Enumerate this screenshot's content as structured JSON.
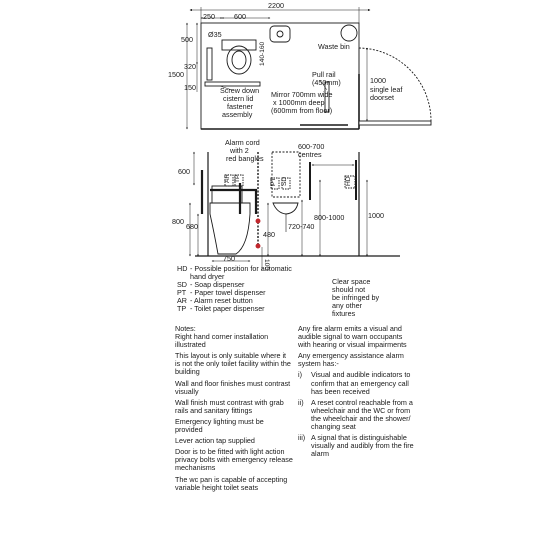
{
  "plan": {
    "dim_total_width": "2200",
    "dim_250": "250",
    "dim_600": "600",
    "dim_500": "500",
    "dim_1500": "1500",
    "dim_320": "320",
    "dim_150": "150",
    "dim_140_160": "140-160",
    "diameter_35": "Ø35",
    "waste_bin": "Waste bin",
    "pull_rail": [
      "Pull rail",
      "(450mm)"
    ],
    "door_width": "1000",
    "door_label": [
      "single leaf",
      "doorset"
    ],
    "screw_down": [
      "Screw down",
      "cistern lid",
      "fastener",
      "assembly"
    ],
    "mirror": [
      "Mirror 700mm wide",
      "x 1000mm deep",
      "(600mm from floor)"
    ]
  },
  "elevation": {
    "alarm_cord": [
      "Alarm cord",
      "with 2",
      "red bangles"
    ],
    "centres": [
      "600-700",
      "centres"
    ],
    "dim_600": "600",
    "dim_800": "800",
    "dim_680": "680",
    "dim_480": "480",
    "dim_720_740": "720-740",
    "dim_800_1000": "800-1000",
    "dim_1000": "1000",
    "dim_750": "750",
    "dim_100": "100",
    "label_ar": "AR",
    "label_tp": "TP",
    "label_pt": "PT",
    "label_sd": "SD",
    "label_hd": "HD"
  },
  "legend": [
    {
      "key": "HD",
      "value": "- Possible position for automatic hand dryer"
    },
    {
      "key": "SD",
      "value": "- Soap dispenser"
    },
    {
      "key": "PT",
      "value": "- Paper towel dispenser"
    },
    {
      "key": "AR",
      "value": "- Alarm reset button"
    },
    {
      "key": "TP",
      "value": "- Toilet paper dispenser"
    }
  ],
  "clear_space": [
    "Clear space",
    "should not",
    "be infringed by",
    "any other",
    "fixtures"
  ],
  "notes": [
    "Notes:",
    "Right hand corner installation illustrated",
    "This layout is only suitable where it is not the only toilet facility within the building",
    "Wall and floor finishes must contrast visually",
    "Wall finish must contrast with grab rails and sanitary fittings",
    "Emergency lighting must be provided",
    "Lever action tap supplied",
    "Door is to be fitted with light action privacy bolts with emergency release mechanisms",
    "The wc pan is capable of accepting variable height toilet seats"
  ],
  "alarm": {
    "intro1": "Any fire alarm emits a visual and audible signal to warn occupants with hearing or visual impairments",
    "intro2": "Any emergency assistance alarm system has:-",
    "items": [
      {
        "num": "i)",
        "text": "Visual and audible indicators to confirm that an emergency call has been received"
      },
      {
        "num": "ii)",
        "text": "A reset control reachable from a wheelchair and the WC or from the wheelchair and the shower/ changing seat"
      },
      {
        "num": "iii)",
        "text": "A signal that is distinguishable visually and audibly from the fire alarm"
      }
    ]
  }
}
